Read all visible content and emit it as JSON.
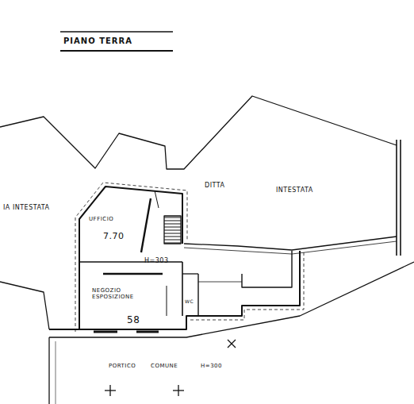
{
  "diagram": {
    "title": "PIANO TERRA",
    "labels": [
      "IA INTESTATA",
      "DITTA",
      "INTESTATA",
      "UFFICIO",
      "7.70",
      "H=303",
      "NEGOZIO ESPOSIZIONE",
      "58",
      "WC",
      "PORTICO",
      "COMUNE",
      "H=300"
    ]
  }
}
